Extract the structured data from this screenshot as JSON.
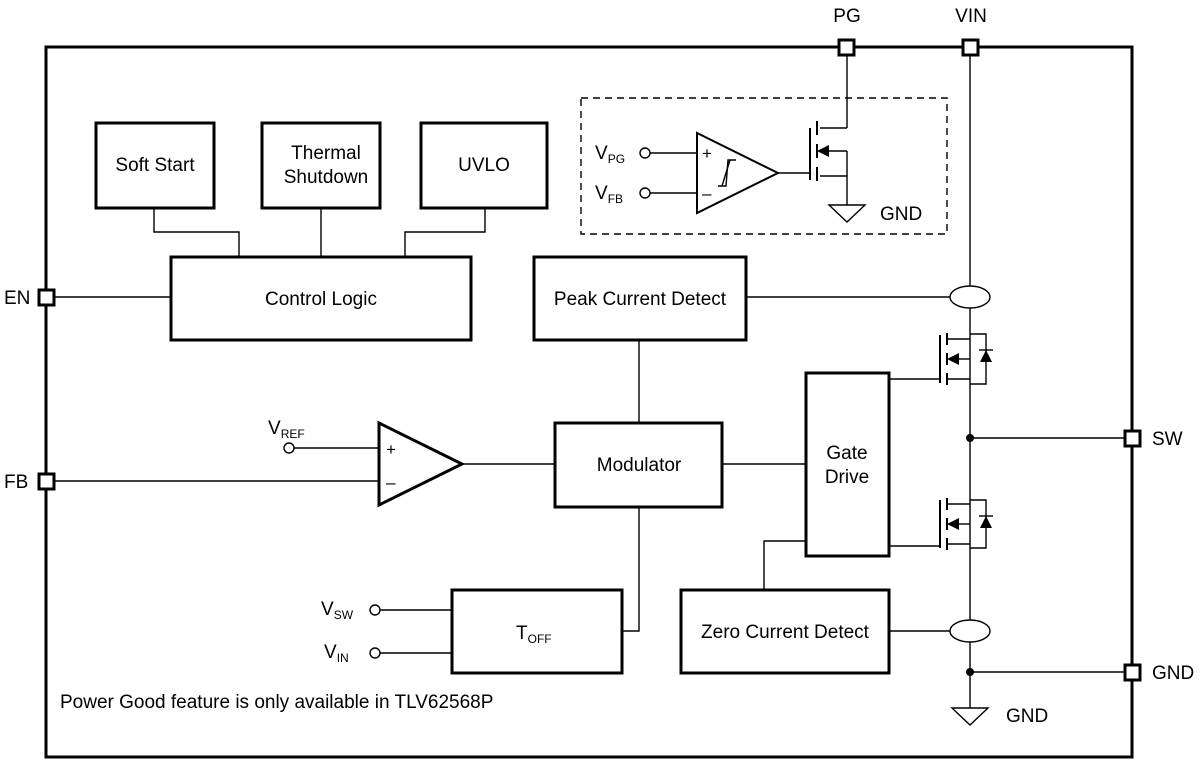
{
  "pins": {
    "pg": "PG",
    "vin": "VIN",
    "en": "EN",
    "fb": "FB",
    "sw": "SW",
    "gnd": "GND"
  },
  "blocks": {
    "soft_start": "Soft Start",
    "thermal_line1": "Thermal",
    "thermal_line2": "Shutdown",
    "uvlo": "UVLO",
    "control_logic": "Control Logic",
    "peak_current_detect": "Peak Current Detect",
    "modulator": "Modulator",
    "gate_line1": "Gate",
    "gate_line2": "Drive",
    "toff_main": "T",
    "toff_sub": "OFF",
    "zero_current_detect": "Zero Current Detect"
  },
  "signals": {
    "vpg_main": "V",
    "vpg_sub": "PG",
    "vfb_main": "V",
    "vfb_sub": "FB",
    "vref_main": "V",
    "vref_sub": "REF",
    "vsw_main": "V",
    "vsw_sub": "SW",
    "vin_main": "V",
    "vin_sub": "IN",
    "gnd_pg": "GND",
    "gnd_bottom": "GND",
    "plus": "+",
    "minus": "–"
  },
  "note": "Power Good feature is only available in TLV62568P"
}
